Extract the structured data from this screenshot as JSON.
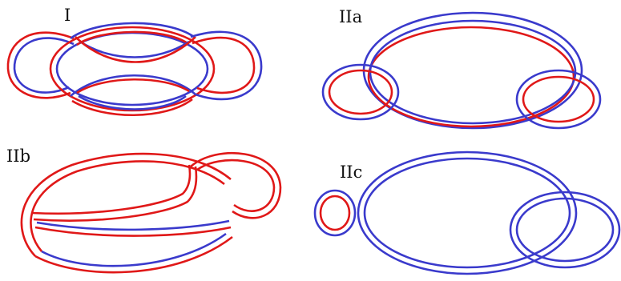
{
  "panels": [
    {
      "label": "I"
    },
    {
      "label": "IIa"
    },
    {
      "label": "IIb"
    },
    {
      "label": "IIc"
    }
  ],
  "colors": {
    "band_a": "#e01818",
    "band_b": "#3a3acc",
    "background": "#ffffff",
    "label": "#111111"
  }
}
